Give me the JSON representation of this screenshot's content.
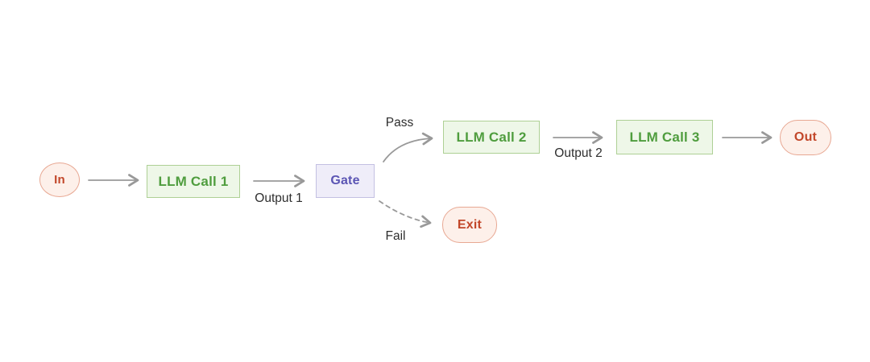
{
  "diagram_type": "flowchart",
  "nodes": {
    "in": {
      "label": "In",
      "shape": "circle",
      "role": "input-terminal"
    },
    "llm1": {
      "label": "LLM Call 1",
      "shape": "rectangle",
      "role": "process"
    },
    "gate": {
      "label": "Gate",
      "shape": "rectangle",
      "role": "decision"
    },
    "llm2": {
      "label": "LLM Call 2",
      "shape": "rectangle",
      "role": "process"
    },
    "llm3": {
      "label": "LLM Call 3",
      "shape": "rectangle",
      "role": "process"
    },
    "out": {
      "label": "Out",
      "shape": "stadium",
      "role": "output-terminal"
    },
    "exit": {
      "label": "Exit",
      "shape": "stadium",
      "role": "exit-terminal"
    }
  },
  "edges": [
    {
      "from": "in",
      "to": "llm1",
      "label": "",
      "style": "solid-straight"
    },
    {
      "from": "llm1",
      "to": "gate",
      "label": "Output 1",
      "style": "solid-straight"
    },
    {
      "from": "gate",
      "to": "llm2",
      "label": "Pass",
      "style": "solid-curved"
    },
    {
      "from": "gate",
      "to": "exit",
      "label": "Fail",
      "style": "dashed-curved"
    },
    {
      "from": "llm2",
      "to": "llm3",
      "label": "Output 2",
      "style": "solid-straight"
    },
    {
      "from": "llm3",
      "to": "out",
      "label": "",
      "style": "solid-straight"
    }
  ],
  "colors": {
    "canvas_bg": "#ffffff",
    "green_fill": "#eef7e8",
    "green_border": "#aed095",
    "green_text": "#4f9d3e",
    "purple_fill": "#efedf9",
    "purple_border": "#c3c0e2",
    "purple_text": "#5b55b4",
    "pink_fill": "#fdf0ea",
    "pink_border": "#e8a893",
    "pink_text": "#c2472a",
    "arrow": "#999999",
    "label_text": "#2e2e2e"
  }
}
